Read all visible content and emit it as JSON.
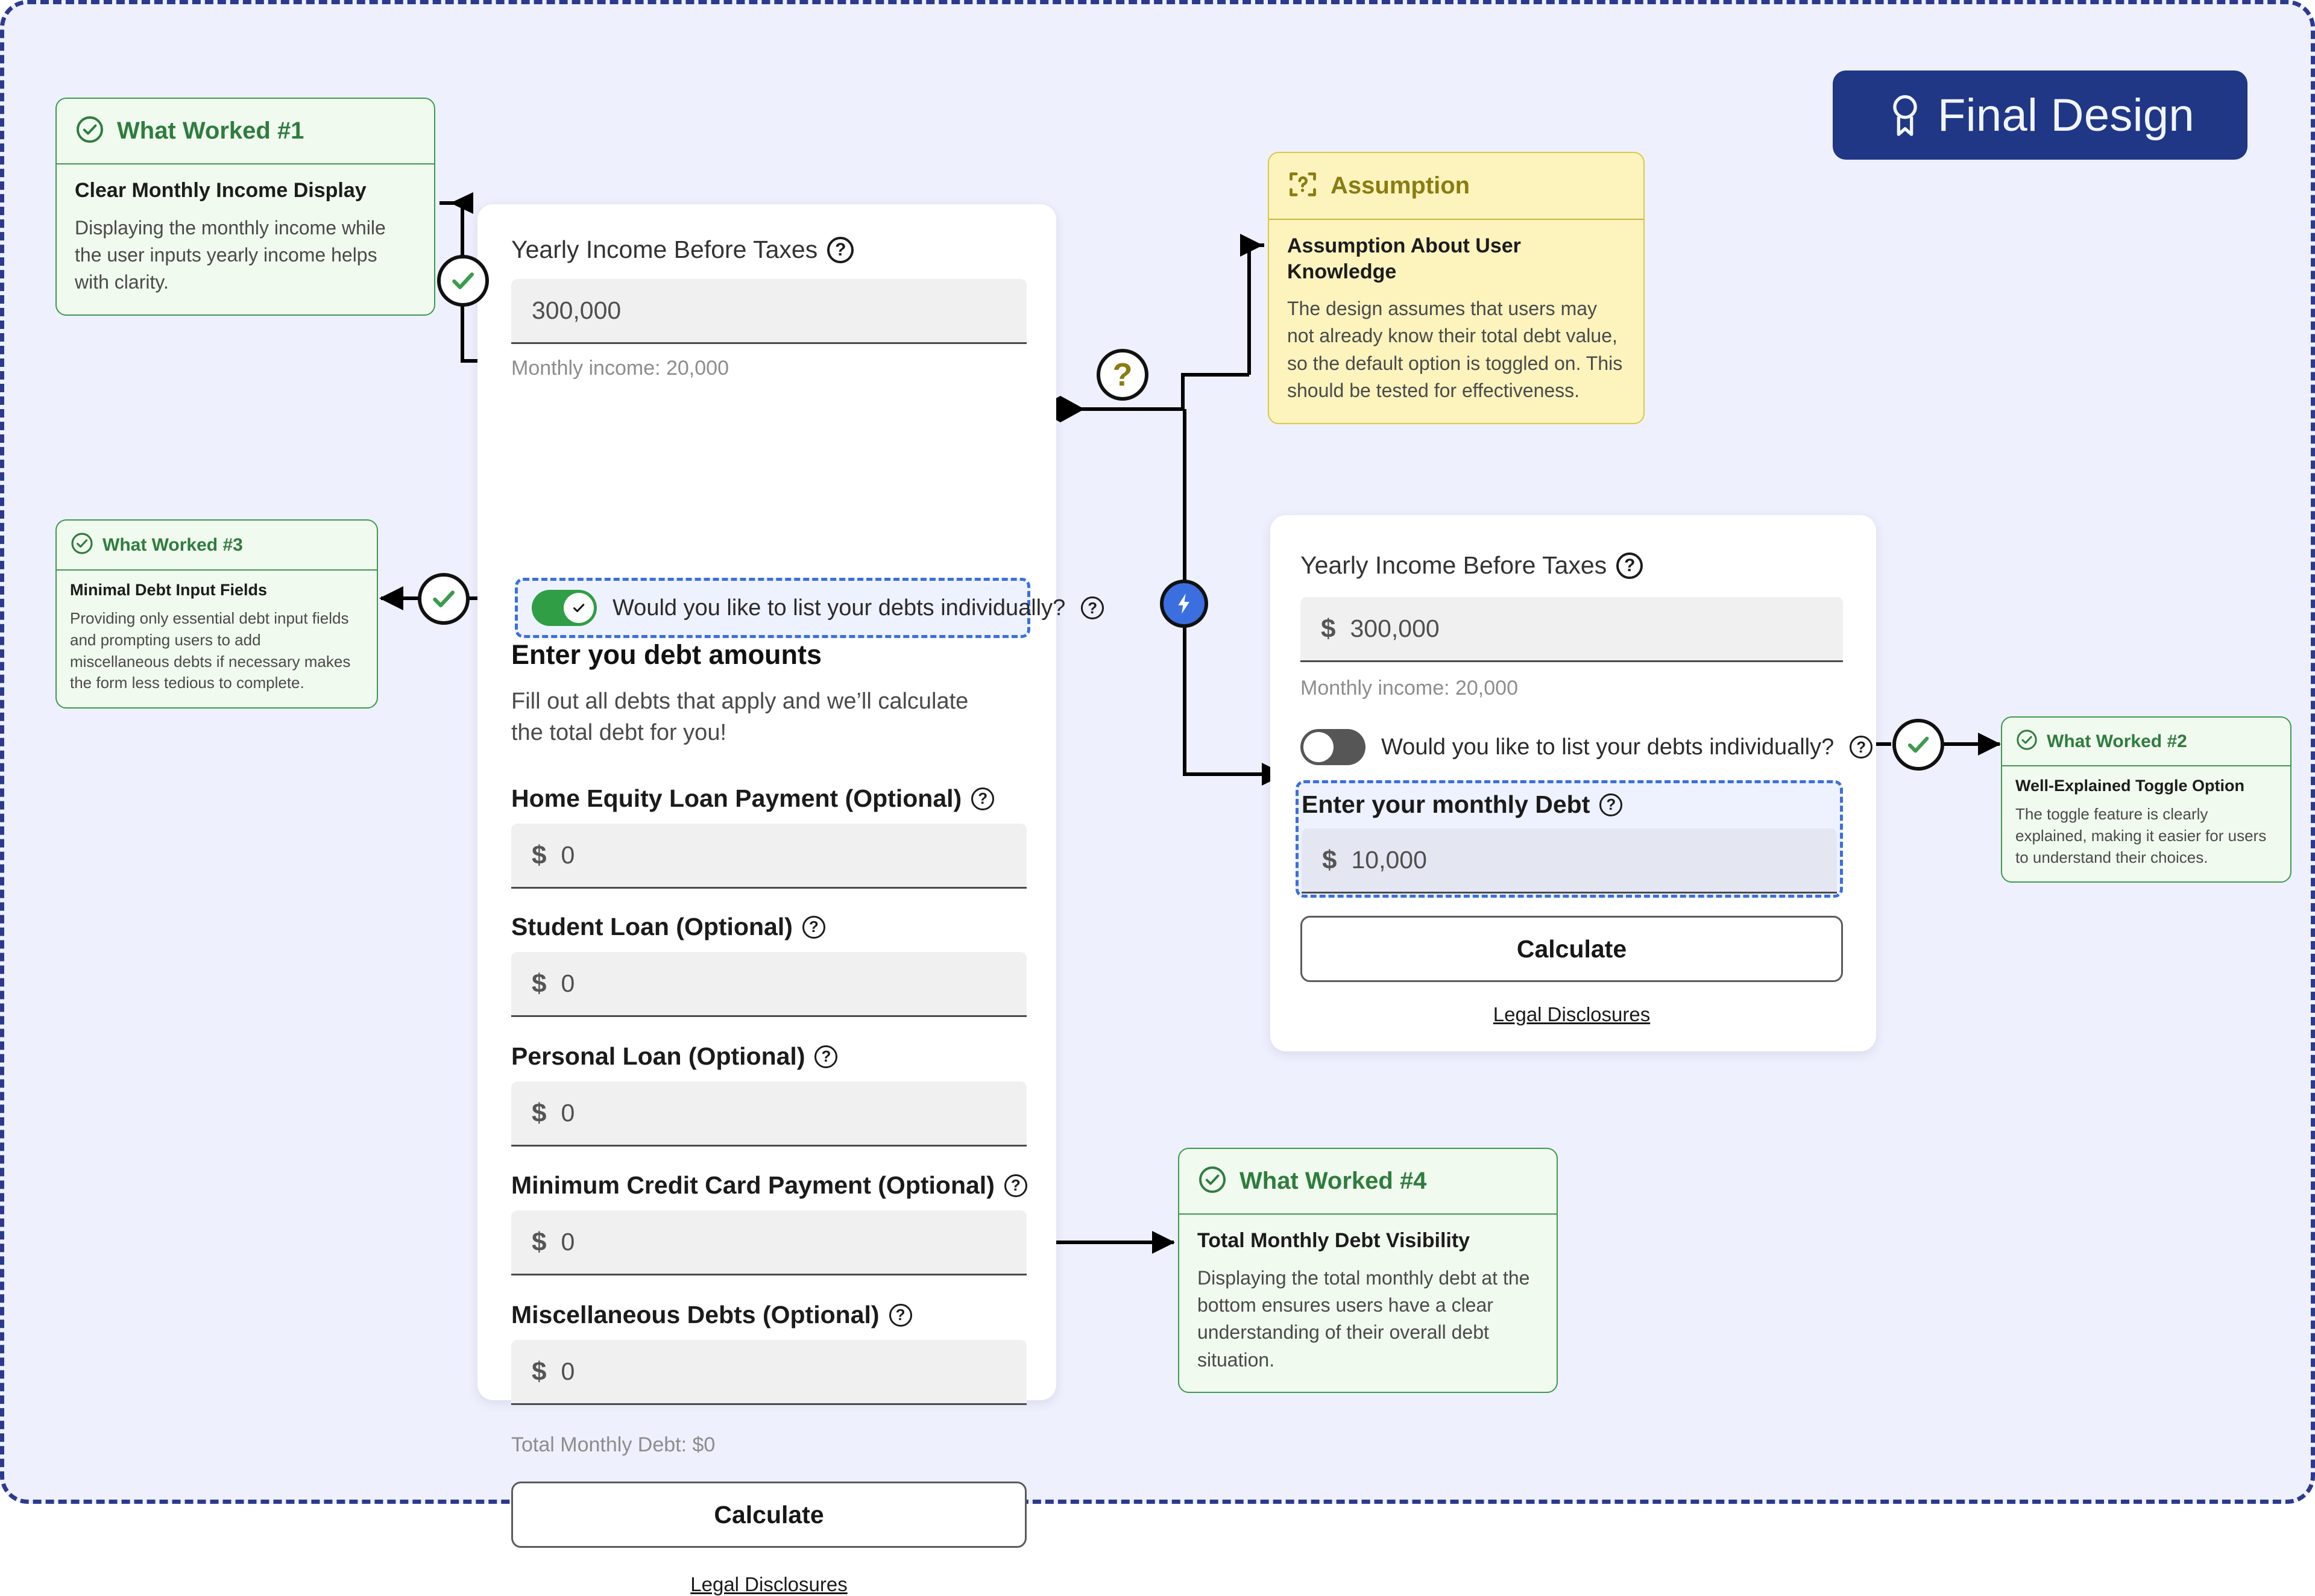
{
  "badge": {
    "label": "Final Design",
    "icon": "award-ribbon-icon",
    "color": "#1f3785"
  },
  "notes": [
    {
      "id": "what-worked-1",
      "kind": "success",
      "icon": "check-circle-icon",
      "title": "What Worked #1",
      "subtitle": "Clear Monthly Income Display",
      "description": "Displaying the monthly income while the user inputs yearly income helps with clarity."
    },
    {
      "id": "what-worked-3",
      "kind": "success",
      "icon": "check-circle-icon",
      "title": "What Worked #3",
      "subtitle": "Minimal Debt Input Fields",
      "description": "Providing only essential debt input fields and prompting users to add miscellaneous debts if necessary makes the form less tedious to complete."
    },
    {
      "id": "what-worked-2",
      "kind": "success",
      "icon": "check-circle-icon",
      "title": "What Worked #2",
      "subtitle": "Well-Explained Toggle Option",
      "description": "The toggle feature is clearly explained, making it easier for users to understand their choices."
    },
    {
      "id": "what-worked-4",
      "kind": "success",
      "icon": "check-circle-icon",
      "title": "What Worked #4",
      "subtitle": "Total Monthly Debt Visibility",
      "description": "Displaying the total monthly debt at the bottom ensures users have a clear understanding of their overall debt situation."
    },
    {
      "id": "assumption",
      "kind": "assumption",
      "icon": "scan-question-icon",
      "title": "Assumption",
      "subtitle": "Assumption About User Knowledge",
      "description": "The design assumes that users may not already know their total debt value, so the default option is toggled on. This should be tested for effectiveness."
    }
  ],
  "form_left": {
    "income_label": "Yearly Income Before Taxes",
    "income_value": "300,000",
    "monthly_income": "Monthly income: 20,000",
    "toggle_state": "on",
    "toggle_label": "Would you like to list your debts individually?",
    "section_heading": "Enter you debt amounts",
    "section_paragraph": "Fill out all debts that apply and we’ll calculate the total debt for you!",
    "currency_symbol": "$",
    "debt_fields": [
      {
        "label": "Home Equity Loan Payment (Optional)",
        "value": "0"
      },
      {
        "label": "Student Loan (Optional)",
        "value": "0"
      },
      {
        "label": "Personal Loan (Optional)",
        "value": "0"
      },
      {
        "label": "Minimum Credit Card Payment (Optional)",
        "value": "0"
      },
      {
        "label": "Miscellaneous Debts (Optional)",
        "value": "0"
      }
    ],
    "total_debt": "Total Monthly Debt: $0",
    "calculate_label": "Calculate",
    "legal_label": "Legal Disclosures"
  },
  "form_right": {
    "income_label": "Yearly Income Before Taxes",
    "currency_symbol": "$",
    "income_value": "300,000",
    "monthly_income": "Monthly income: 20,000",
    "toggle_state": "off",
    "toggle_label": "Would you like to list your debts individually?",
    "debt_label": "Enter your monthly Debt",
    "debt_value": "10,000",
    "calculate_label": "Calculate",
    "legal_label": "Legal Disclosures"
  },
  "markers": {
    "check": "check-circle-marker",
    "question": "question-circle-marker",
    "bolt": "lightning-bolt-marker",
    "diamond": "diamond-endpoint"
  },
  "colors": {
    "canvas": "#eef0fd",
    "border": "#2b3a8f",
    "success": "#2e7d3e",
    "assumption": "#8a7c10",
    "accent_blue": "#3b6fe0",
    "toggle_on": "#2f9e44",
    "toggle_off": "#565656"
  }
}
